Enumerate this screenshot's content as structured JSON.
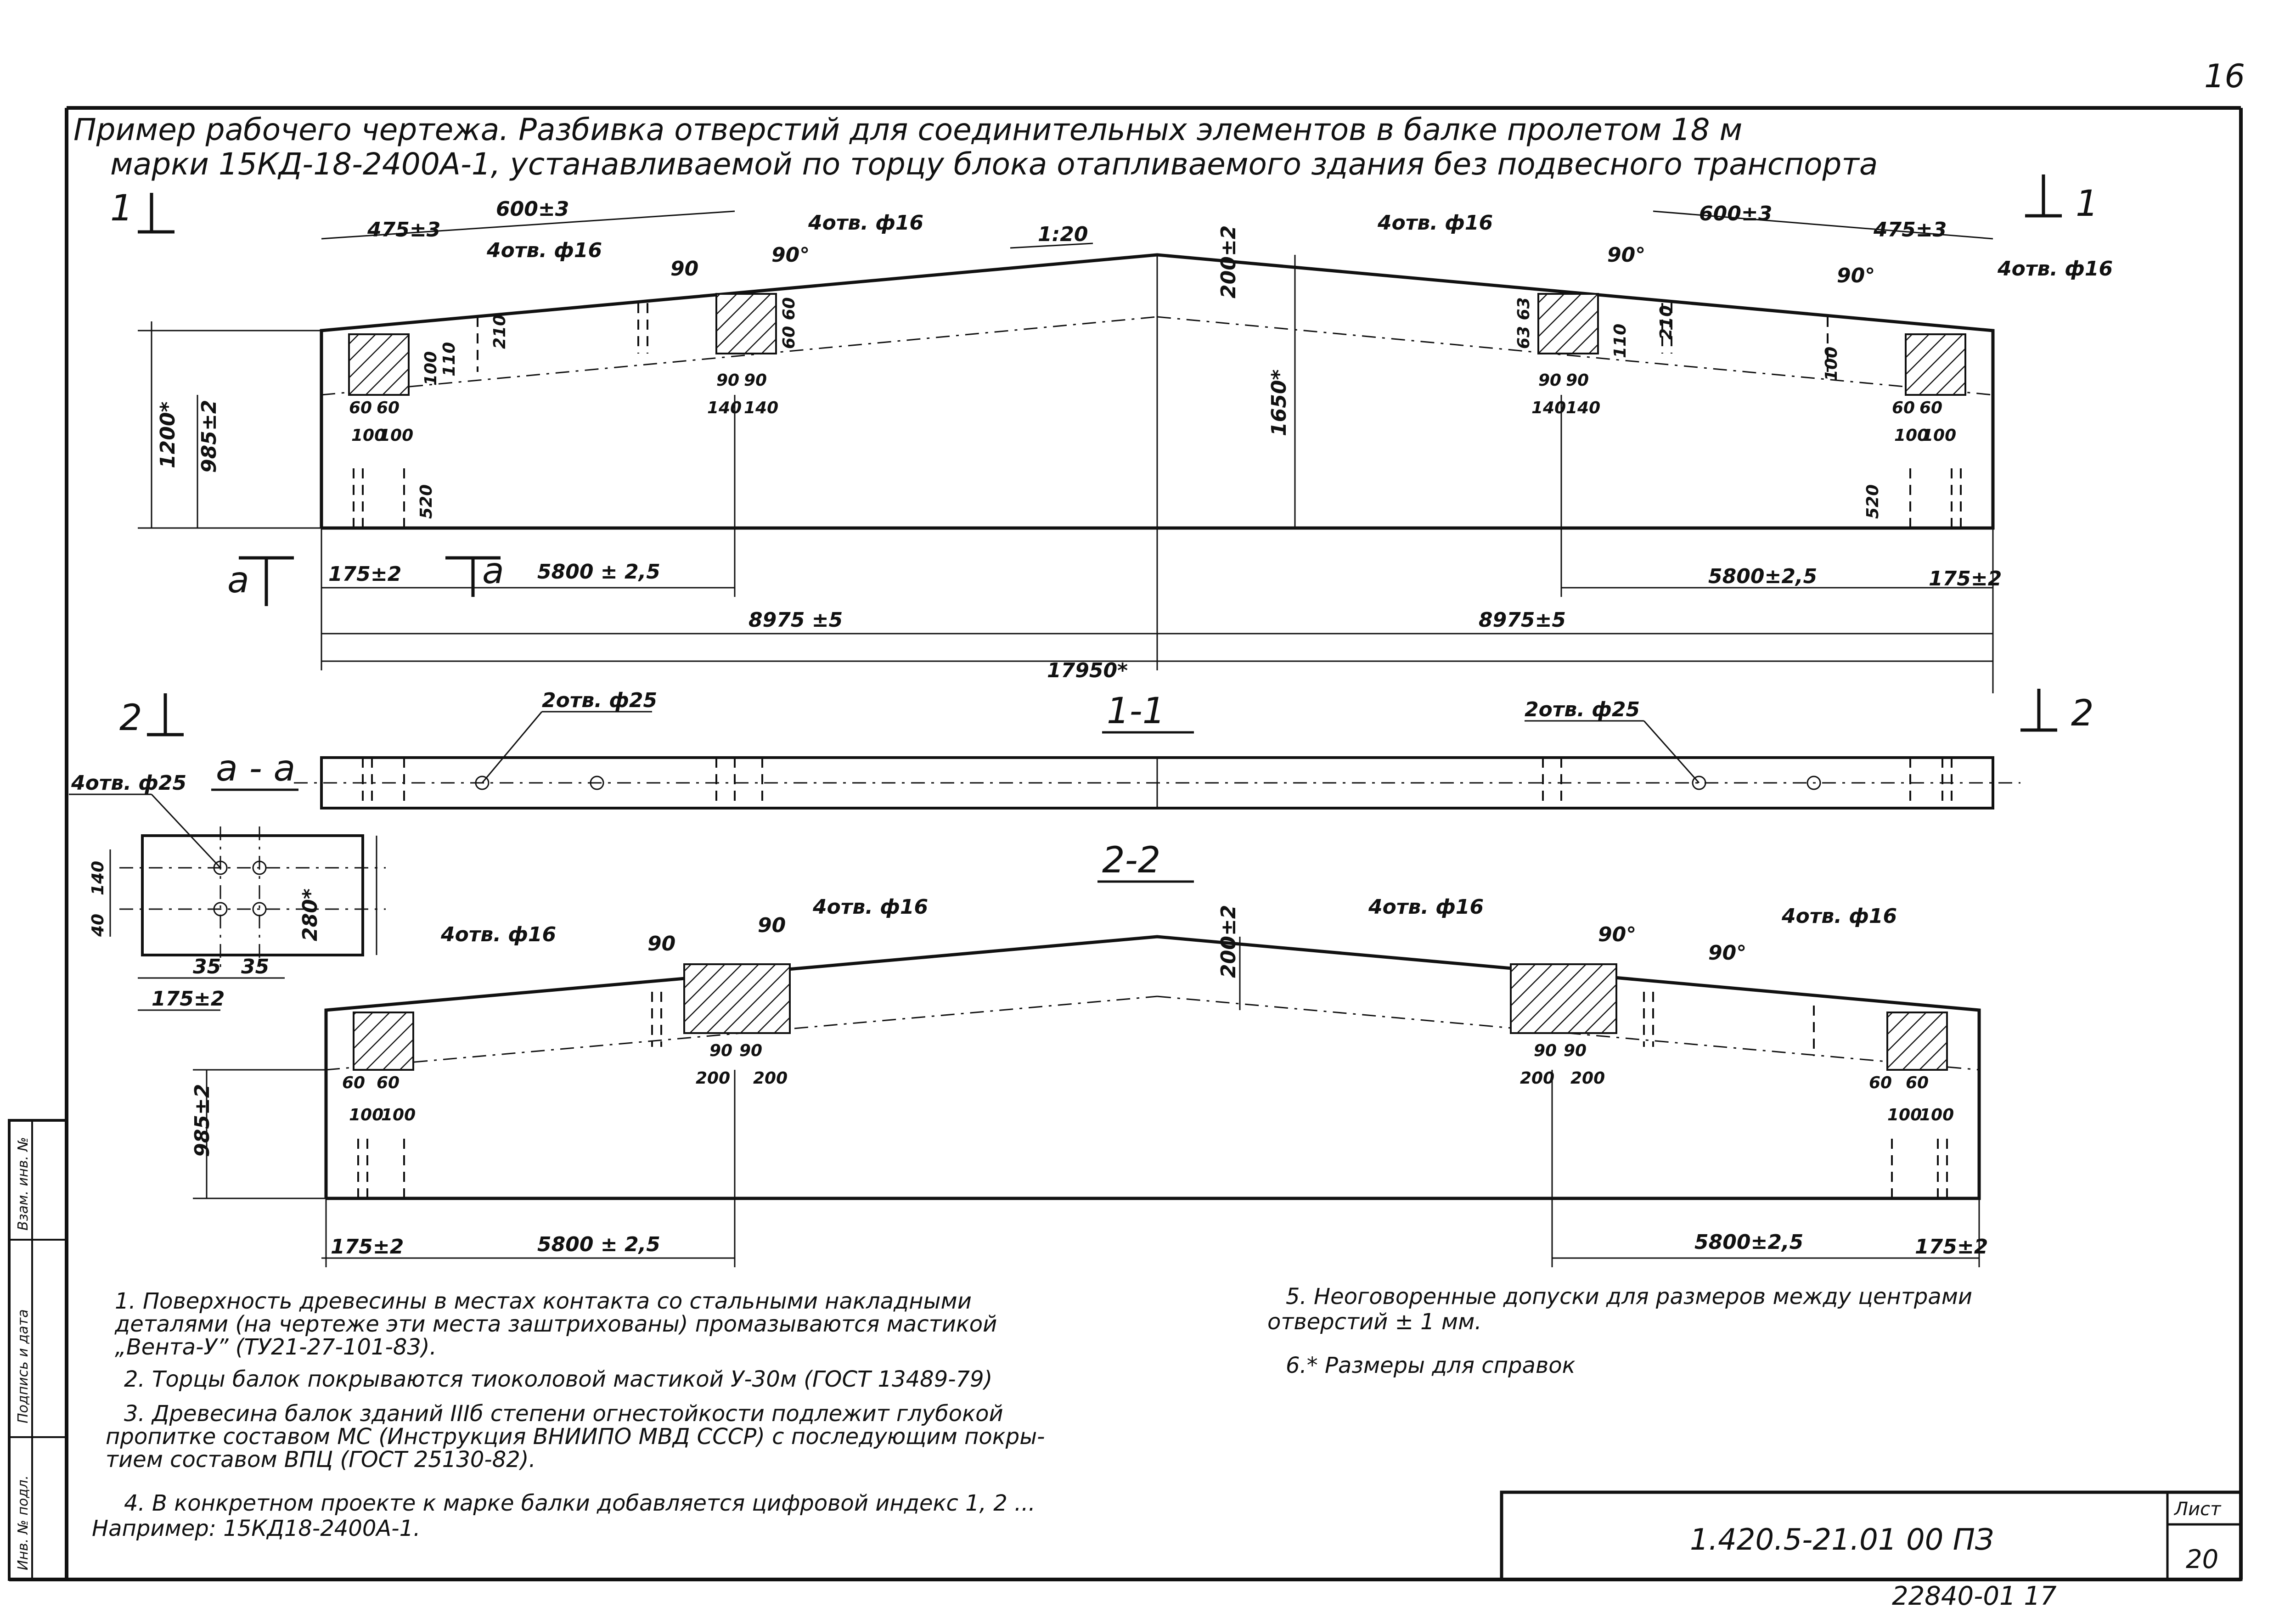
{
  "sheet_number": "16",
  "title_line1": "Пример рабочего чертежа.   Разбивка отверстий для соединительных элементов в балке пролетом 18 м",
  "title_line2": "марки 15КД-18-2400А-1, устанавливаемой по торцу блока отапливаемого здания без подвесного транспорта",
  "section_marks": {
    "s1": "1",
    "s2": "2",
    "aa_left": "а",
    "aa_right": "а"
  },
  "section_titles": {
    "s11": "1-1",
    "s22": "2-2",
    "aa": "а - а"
  },
  "view_top": {
    "slope": "1:20",
    "hole_labels": {
      "left_end": "4отв. ф16",
      "left_mid": "4отв. ф16",
      "right_mid": "4отв. ф16",
      "right_end": "4отв. ф16"
    },
    "angle": "90°",
    "angle_plain": "90",
    "dims": {
      "d475": "475±3",
      "d600": "600±3",
      "d1200": "1200*",
      "d985": "985±2",
      "d1650": "1650*",
      "d200": "200±2",
      "d210": "210",
      "d110": "110",
      "d100": "100",
      "d60": "60",
      "d90": "90",
      "d140": "140",
      "d520": "520",
      "d175": "175±2",
      "d5800": "5800 ± 2,5",
      "d5800b": "5800±2,5",
      "d8975a": "8975 ±5",
      "d8975b": "8975±5",
      "d17950": "17950*",
      "d60_60": "60 60",
      "d63_63": "63 63"
    }
  },
  "view_11": {
    "hole_left": "2отв. ф25",
    "hole_right": "2отв. ф25"
  },
  "view_aa": {
    "holes": "4отв. ф25",
    "d40": "40",
    "d140": "140",
    "d280": "280*",
    "d35a": "35",
    "d35b": "35",
    "d175": "175±2"
  },
  "view_22": {
    "hole_labels": {
      "left_end": "4отв. ф16",
      "left_mid": "4отв. ф16",
      "right_mid": "4отв. ф16",
      "right_end": "4отв. ф16"
    },
    "angle": "90°",
    "angle_plain": "90",
    "dims": {
      "d985": "985±2",
      "d200": "200±2",
      "d200plain": "200",
      "d90": "90",
      "d60": "60",
      "d100": "100",
      "d175": "175±2",
      "d5800": "5800 ± 2,5",
      "d5800b": "5800±2,5"
    }
  },
  "notes_left": [
    "1. Поверхность древесины в местах контакта со стальными накладными",
    "деталями (на чертеже эти места заштрихованы) промазываются мастикой",
    "„Вента-У” (ТУ21-27-101-83).",
    "2. Торцы балок покрываются тиоколовой мастикой У-30м (ГОСТ 13489-79)",
    "3. Древесина балок зданий IIIб степени огнестойкости подлежит глубокой",
    "пропитке составом МС (Инструкция ВНИИПО МВД СССР) с последующим покры-",
    "тием составом ВПЦ (ГОСТ 25130-82).",
    "4. В конкретном проекте к марке балки добавляется цифровой индекс 1, 2 ...",
    "Например: 15КД18-2400А-1."
  ],
  "notes_right": [
    "5. Неоговоренные допуски для размеров между центрами",
    "отверстий ± 1 мм.",
    "6.* Размеры для справок"
  ],
  "side_stamp": [
    "Инв. № подл.",
    "Подпись и дата",
    "Взам. инв. №"
  ],
  "title_block": {
    "code": "1.420.5-21.01 00 ПЗ",
    "list_label": "Лист",
    "list_num": "20"
  },
  "bottom_code": "22840-01   17"
}
